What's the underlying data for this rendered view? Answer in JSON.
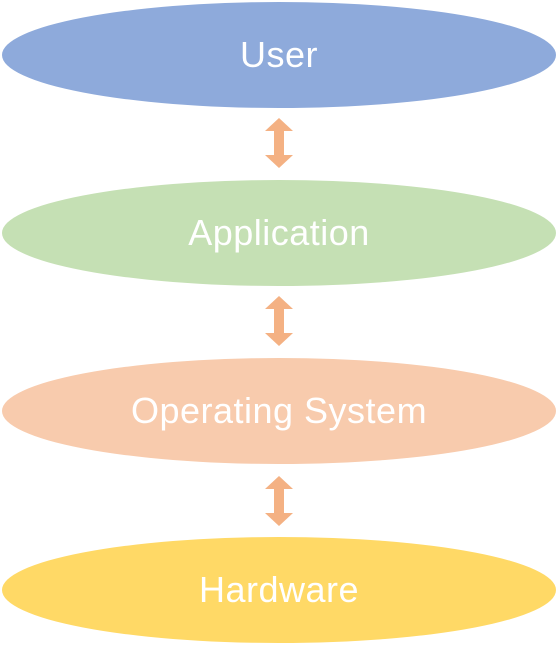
{
  "layers": [
    {
      "label": "User",
      "color": "#8eaadb"
    },
    {
      "label": "Application",
      "color": "#c5e0b4"
    },
    {
      "label": "Operating System",
      "color": "#f8cbad"
    },
    {
      "label": "Hardware",
      "color": "#ffd966"
    }
  ],
  "connector_color": "#f4b183",
  "connector_icon": "double-arrow-vertical"
}
